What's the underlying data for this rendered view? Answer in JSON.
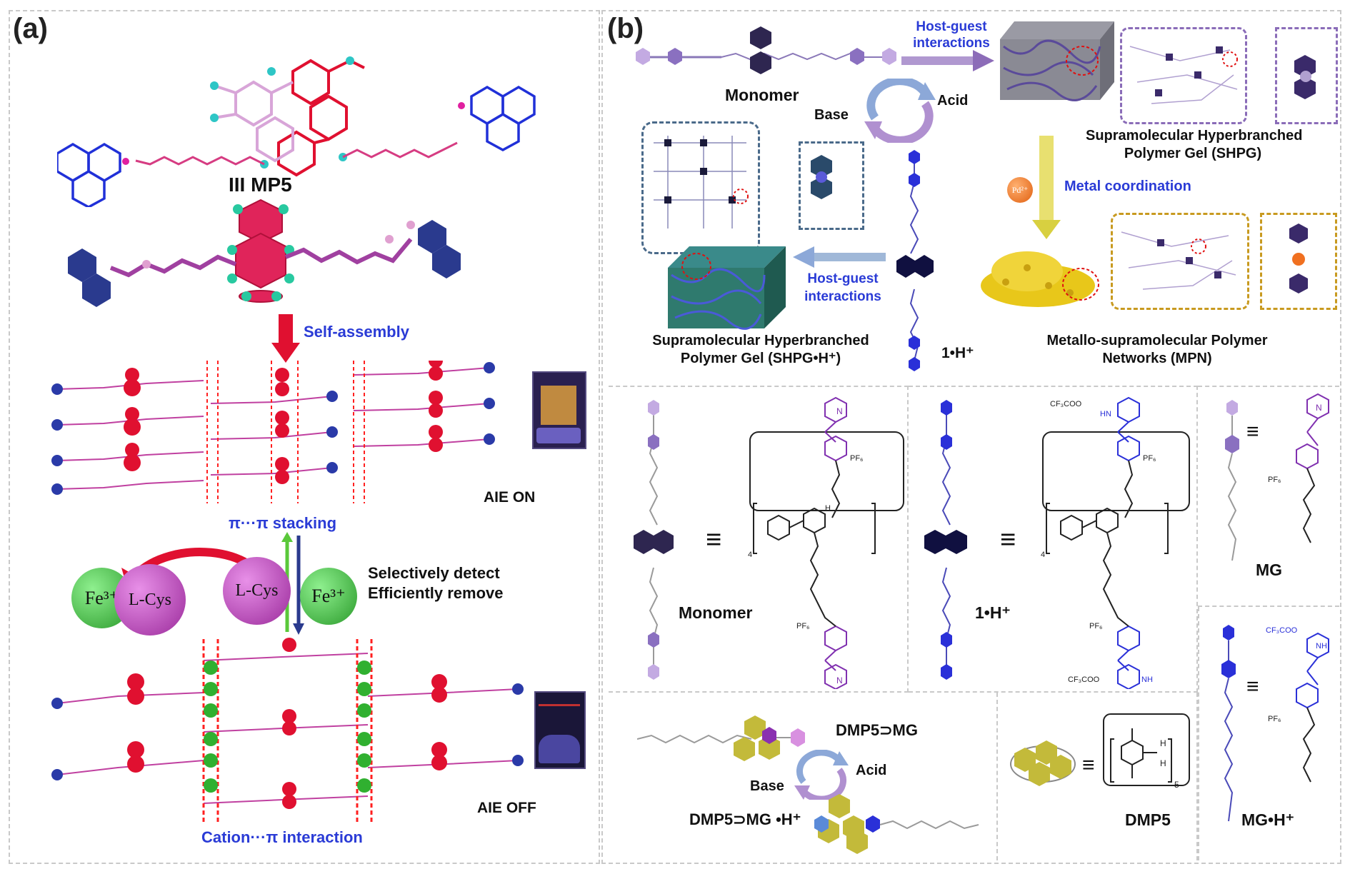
{
  "panel_a": {
    "label": "(a)",
    "compound_label": "III MP5",
    "self_assembly": "Self-assembly",
    "aie_on": "AIE ON",
    "pi_stacking": "π···π stacking",
    "fe_ion": "Fe³⁺",
    "lcys": "L-Cys",
    "detect_line1": "Selectively detect",
    "detect_line2": "Efficiently remove",
    "aie_off": "AIE OFF",
    "cation_pi": "Cation···π interaction"
  },
  "panel_b": {
    "label": "(b)",
    "host_guest_top_l1": "Host-guest",
    "host_guest_top_l2": "interactions",
    "monomer": "Monomer",
    "base": "Base",
    "acid": "Acid",
    "shpg_l1": "Supramolecular Hyperbranched",
    "shpg_l2": "Polymer Gel (SHPG)",
    "pd_ion": "Pd²⁺",
    "metal_coord": "Metal coordination",
    "host_guest_bot_l1": "Host-guest",
    "host_guest_bot_l2": "interactions",
    "shpgh_l1": "Supramolecular Hyperbranched",
    "shpgh_l2": "Polymer Gel (SHPG•H⁺)",
    "one_h": "1•H⁺",
    "mpn_l1": "Metallo-supramolecular Polymer",
    "mpn_l2": "Networks (MPN)",
    "equiv": "≡",
    "monomer2": "Monomer",
    "one_h2": "1•H⁺",
    "mg": "MG",
    "dmp5_mg": "DMP5⊃MG",
    "acid2": "Acid",
    "base2": "Base",
    "dmp5_mgh": "DMP5⊃MG •H⁺",
    "dmp5": "DMP5",
    "mgh": "MG•H⁺",
    "pf6": "PF₆",
    "cf3coo": "CF₃COO",
    "chem_n": "N",
    "chem_nh": "NH",
    "chem_hn": "HN",
    "chem_h": "H",
    "sub4": "4",
    "sub5": "5"
  },
  "colors": {
    "purple": "#7a55b8",
    "light_purple": "#b79ad8",
    "dark_purple": "#3a2a5e",
    "blue": "#2a3bd6",
    "red": "#e01030",
    "pink": "#d63c82",
    "green": "#3cc43c",
    "gold": "#e8c71a",
    "teal": "#2f7a6e"
  }
}
